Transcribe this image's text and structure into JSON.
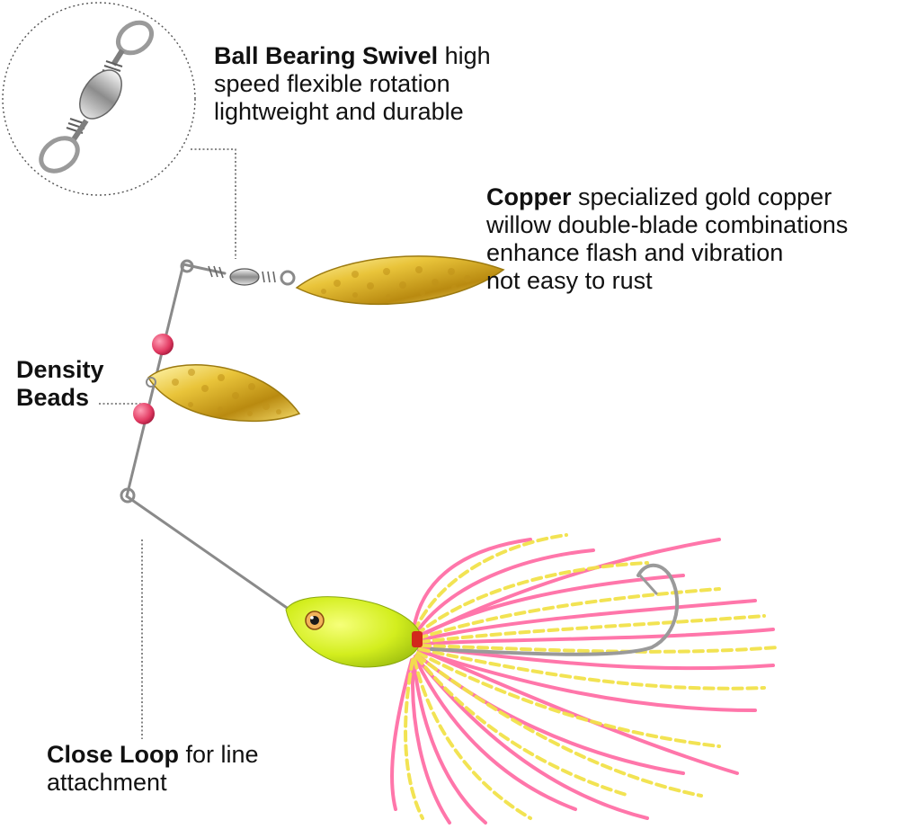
{
  "callouts": {
    "swivel": {
      "title": "Ball Bearing Swivel",
      "line1_rest": " high",
      "line2": "speed flexible rotation",
      "line3": "lightweight and durable"
    },
    "copper": {
      "title": "Copper",
      "line1_rest": " specialized gold copper",
      "line2": "willow double-blade combinations",
      "line3": "enhance flash and vibration",
      "line4": "not easy to rust"
    },
    "beads": {
      "line1": "Density",
      "line2": "Beads"
    },
    "loop": {
      "title": "Close Loop",
      "line1_rest": " for line",
      "line2": "attachment"
    }
  },
  "colors": {
    "text": "#111111",
    "blade_gold": "#d9b21e",
    "bead_pink": "#e8426a",
    "head_chartreuse": "#d8f020",
    "skirt_pink": "#ff6fa6",
    "skirt_yellow": "#f2e24a",
    "wire": "#8a8a8a"
  }
}
